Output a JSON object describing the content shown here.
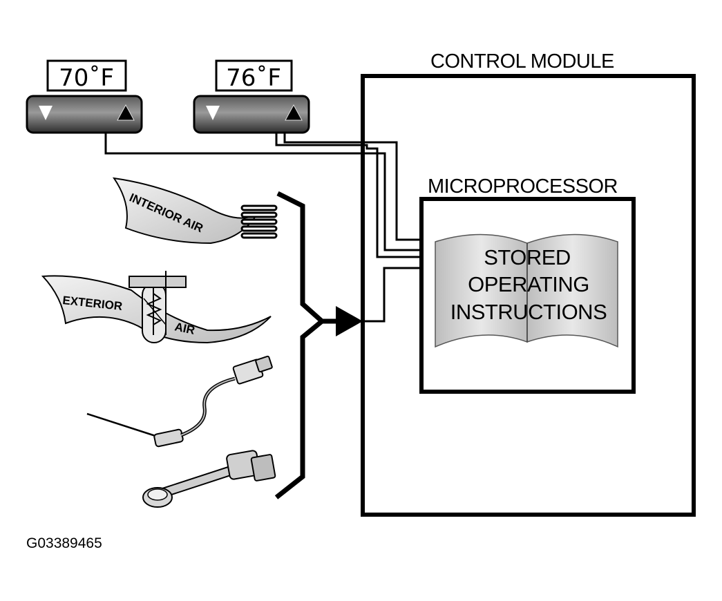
{
  "control_module": {
    "label": "CONTROL MODULE"
  },
  "microprocessor": {
    "label": "MICROPROCESSOR"
  },
  "book": {
    "lines": [
      "STORED",
      "OPERATING",
      "INSTRUCTIONS"
    ]
  },
  "thermostats": [
    {
      "display": "70˚F",
      "down_icon": "triangle-down-icon",
      "up_icon": "triangle-up-icon"
    },
    {
      "display": "76˚F",
      "down_icon": "triangle-down-icon",
      "up_icon": "triangle-up-icon"
    }
  ],
  "sensors": {
    "interior": "INTERIOR AIR",
    "exterior_left": "EXTERIOR",
    "exterior_right": "AIR"
  },
  "figure_id": "G03389465",
  "colors": {
    "line": "#000000",
    "panel_dark": "#3a3a3a",
    "panel_light": "#8a8a8a",
    "book_page": "#d4d4d4",
    "ribbon": "#e2e2e2"
  }
}
